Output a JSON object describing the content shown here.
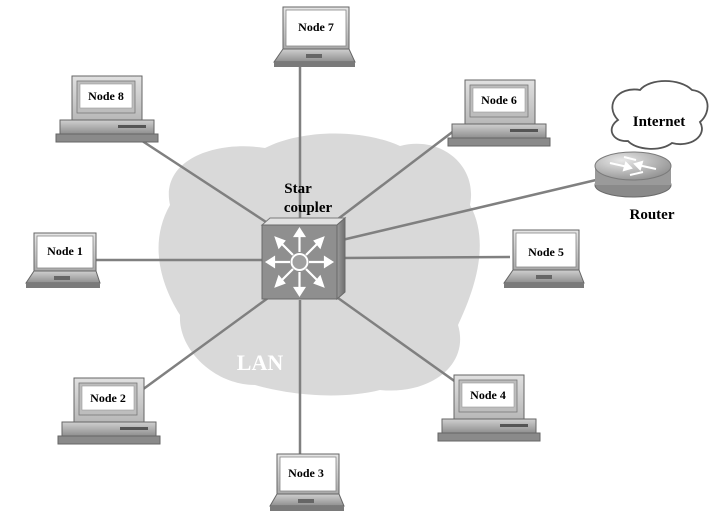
{
  "diagram": {
    "lan_label": "LAN",
    "hub_label_line1": "Star",
    "hub_label_line2": "coupler",
    "router_label": "Router",
    "internet_label": "Internet",
    "nodes": [
      {
        "label": "Node 1",
        "device": "laptop"
      },
      {
        "label": "Node 2",
        "device": "desktop"
      },
      {
        "label": "Node 3",
        "device": "laptop"
      },
      {
        "label": "Node 4",
        "device": "desktop"
      },
      {
        "label": "Node 5",
        "device": "laptop"
      },
      {
        "label": "Node 6",
        "device": "desktop"
      },
      {
        "label": "Node 7",
        "device": "laptop"
      },
      {
        "label": "Node 8",
        "device": "desktop"
      }
    ],
    "colors": {
      "lan_cloud": "#d9d9d9",
      "link": "#808080",
      "device_body": "#c8c8c8",
      "screen_label_bg": "#ffffff"
    }
  }
}
